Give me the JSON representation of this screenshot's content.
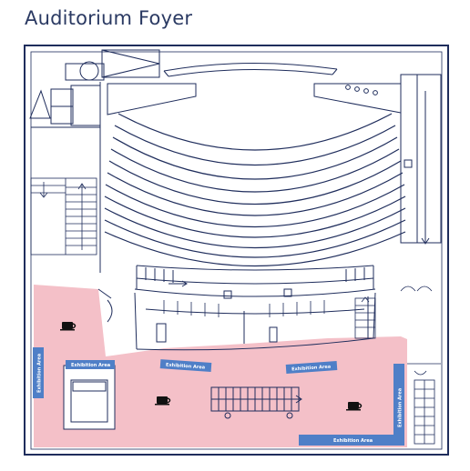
{
  "title": "Auditorium Foyer",
  "labels": {
    "exhibition_1": "Exhibition Area",
    "exhibition_2": "Exhibition Area",
    "exhibition_3": "Exhibition Area",
    "exhibition_4": "Exhibition Area",
    "exhibition_5": "Exhibition Area",
    "exhibition_6": "Exhibition Area"
  },
  "icons": {
    "cafe": "coffee-cup-icon"
  },
  "colors": {
    "line": "#1f2d5c",
    "foyer": "#f4c0c8",
    "label_bg": "#4f7fc7",
    "title": "#2b3a63"
  }
}
